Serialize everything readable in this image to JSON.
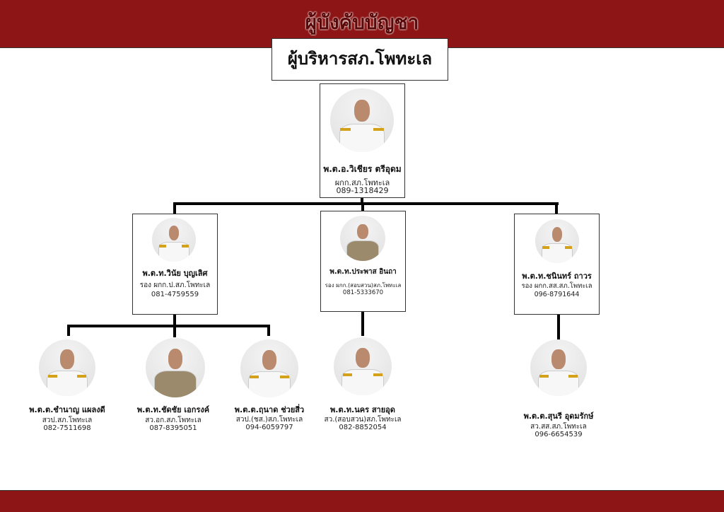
{
  "header": {
    "title": "ผู้บังคับบัญชา",
    "subtitle": "ผู้บริหารสภ.โพทะเล"
  },
  "people": [
    {
      "name": "พ.ต.อ.วิเชียร  ตรีอุดม",
      "position": "ผกก.สภ.โพทะเล",
      "phone": "089-1318429"
    },
    {
      "name": "พ.ต.ท.วินัย  บุญเลิศ",
      "position": "รอง ผกก.ป.สภ.โพทะเล",
      "phone": "081-4759559"
    },
    {
      "name": "พ.ต.ท.ประพาส  อินถา",
      "position": "รอง ผกก.(สอบสวน)สภ.โพทะเล",
      "phone": "081-5333670"
    },
    {
      "name": "พ.ต.ท.ชนินทร์  ถาวร",
      "position": "รอง ผกก.สส.สภ.โพทะเล",
      "phone": "096-8791644"
    },
    {
      "name": "พ.ต.ต.ชำนาญ  แผลงดี",
      "position": "สวป.สภ.โพทะเล",
      "phone": "082-7511698"
    },
    {
      "name": "พ.ต.ท.ชัดชัย  เอกรงค์",
      "position": "สว.อก.สภ.โพทะเล",
      "phone": "087-8395051"
    },
    {
      "name": "พ.ต.ต.ฤนาด  ช่วยสี่ว",
      "position": "สวป.(ชส.)สภ.โพทะเล",
      "phone": "094-6059797"
    },
    {
      "name": "พ.ต.ท.นคร  สายอุด",
      "position": "สว.(สอบสวน)สภ.โพทะเล",
      "phone": "082-8852054"
    },
    {
      "name": "พ.ต.ต.สุนรี  อุดมรักษ์",
      "position": "สว.สส.สภ.โพทะเล",
      "phone": "096-6654539"
    }
  ]
}
